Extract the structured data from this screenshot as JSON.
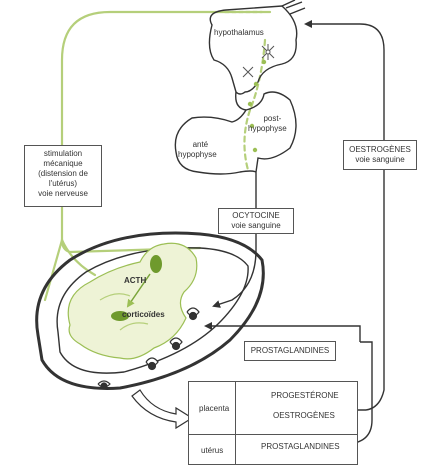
{
  "labels": {
    "hypothalamus": "hypothalamus",
    "post_hypophyse_1": "post-",
    "post_hypophyse_2": "hypophyse",
    "ante_hypophyse_1": "anté",
    "ante_hypophyse_2": "hypophyse",
    "acth": "ACTH",
    "corticoides": "corticoïdes"
  },
  "boxes": {
    "stimulation": {
      "line1": "stimulation",
      "line2": "mécanique",
      "line3": "(distension de",
      "line4": "l'utérus)",
      "line5": "voie nerveuse"
    },
    "oestrogenes": {
      "line1": "OESTROGÈNES",
      "line2": "voie sanguine"
    },
    "ocytocine": {
      "line1": "OCYTOCINE",
      "line2": "voie sanguine"
    },
    "prostaglandines": {
      "line1": "PROSTAGLANDINES"
    }
  },
  "table": {
    "row1_label": "placenta",
    "row1_item1": "PROGESTÉRONE",
    "row1_item2": "OESTROGÈNES",
    "row2_label": "utérus",
    "row2_item1": "PROSTAGLANDINES"
  },
  "colors": {
    "nerve_green": "#b5cf7a",
    "fetus_fill": "#eef3d6",
    "organ_green": "#6f9a2d",
    "line_dark": "#333333"
  }
}
